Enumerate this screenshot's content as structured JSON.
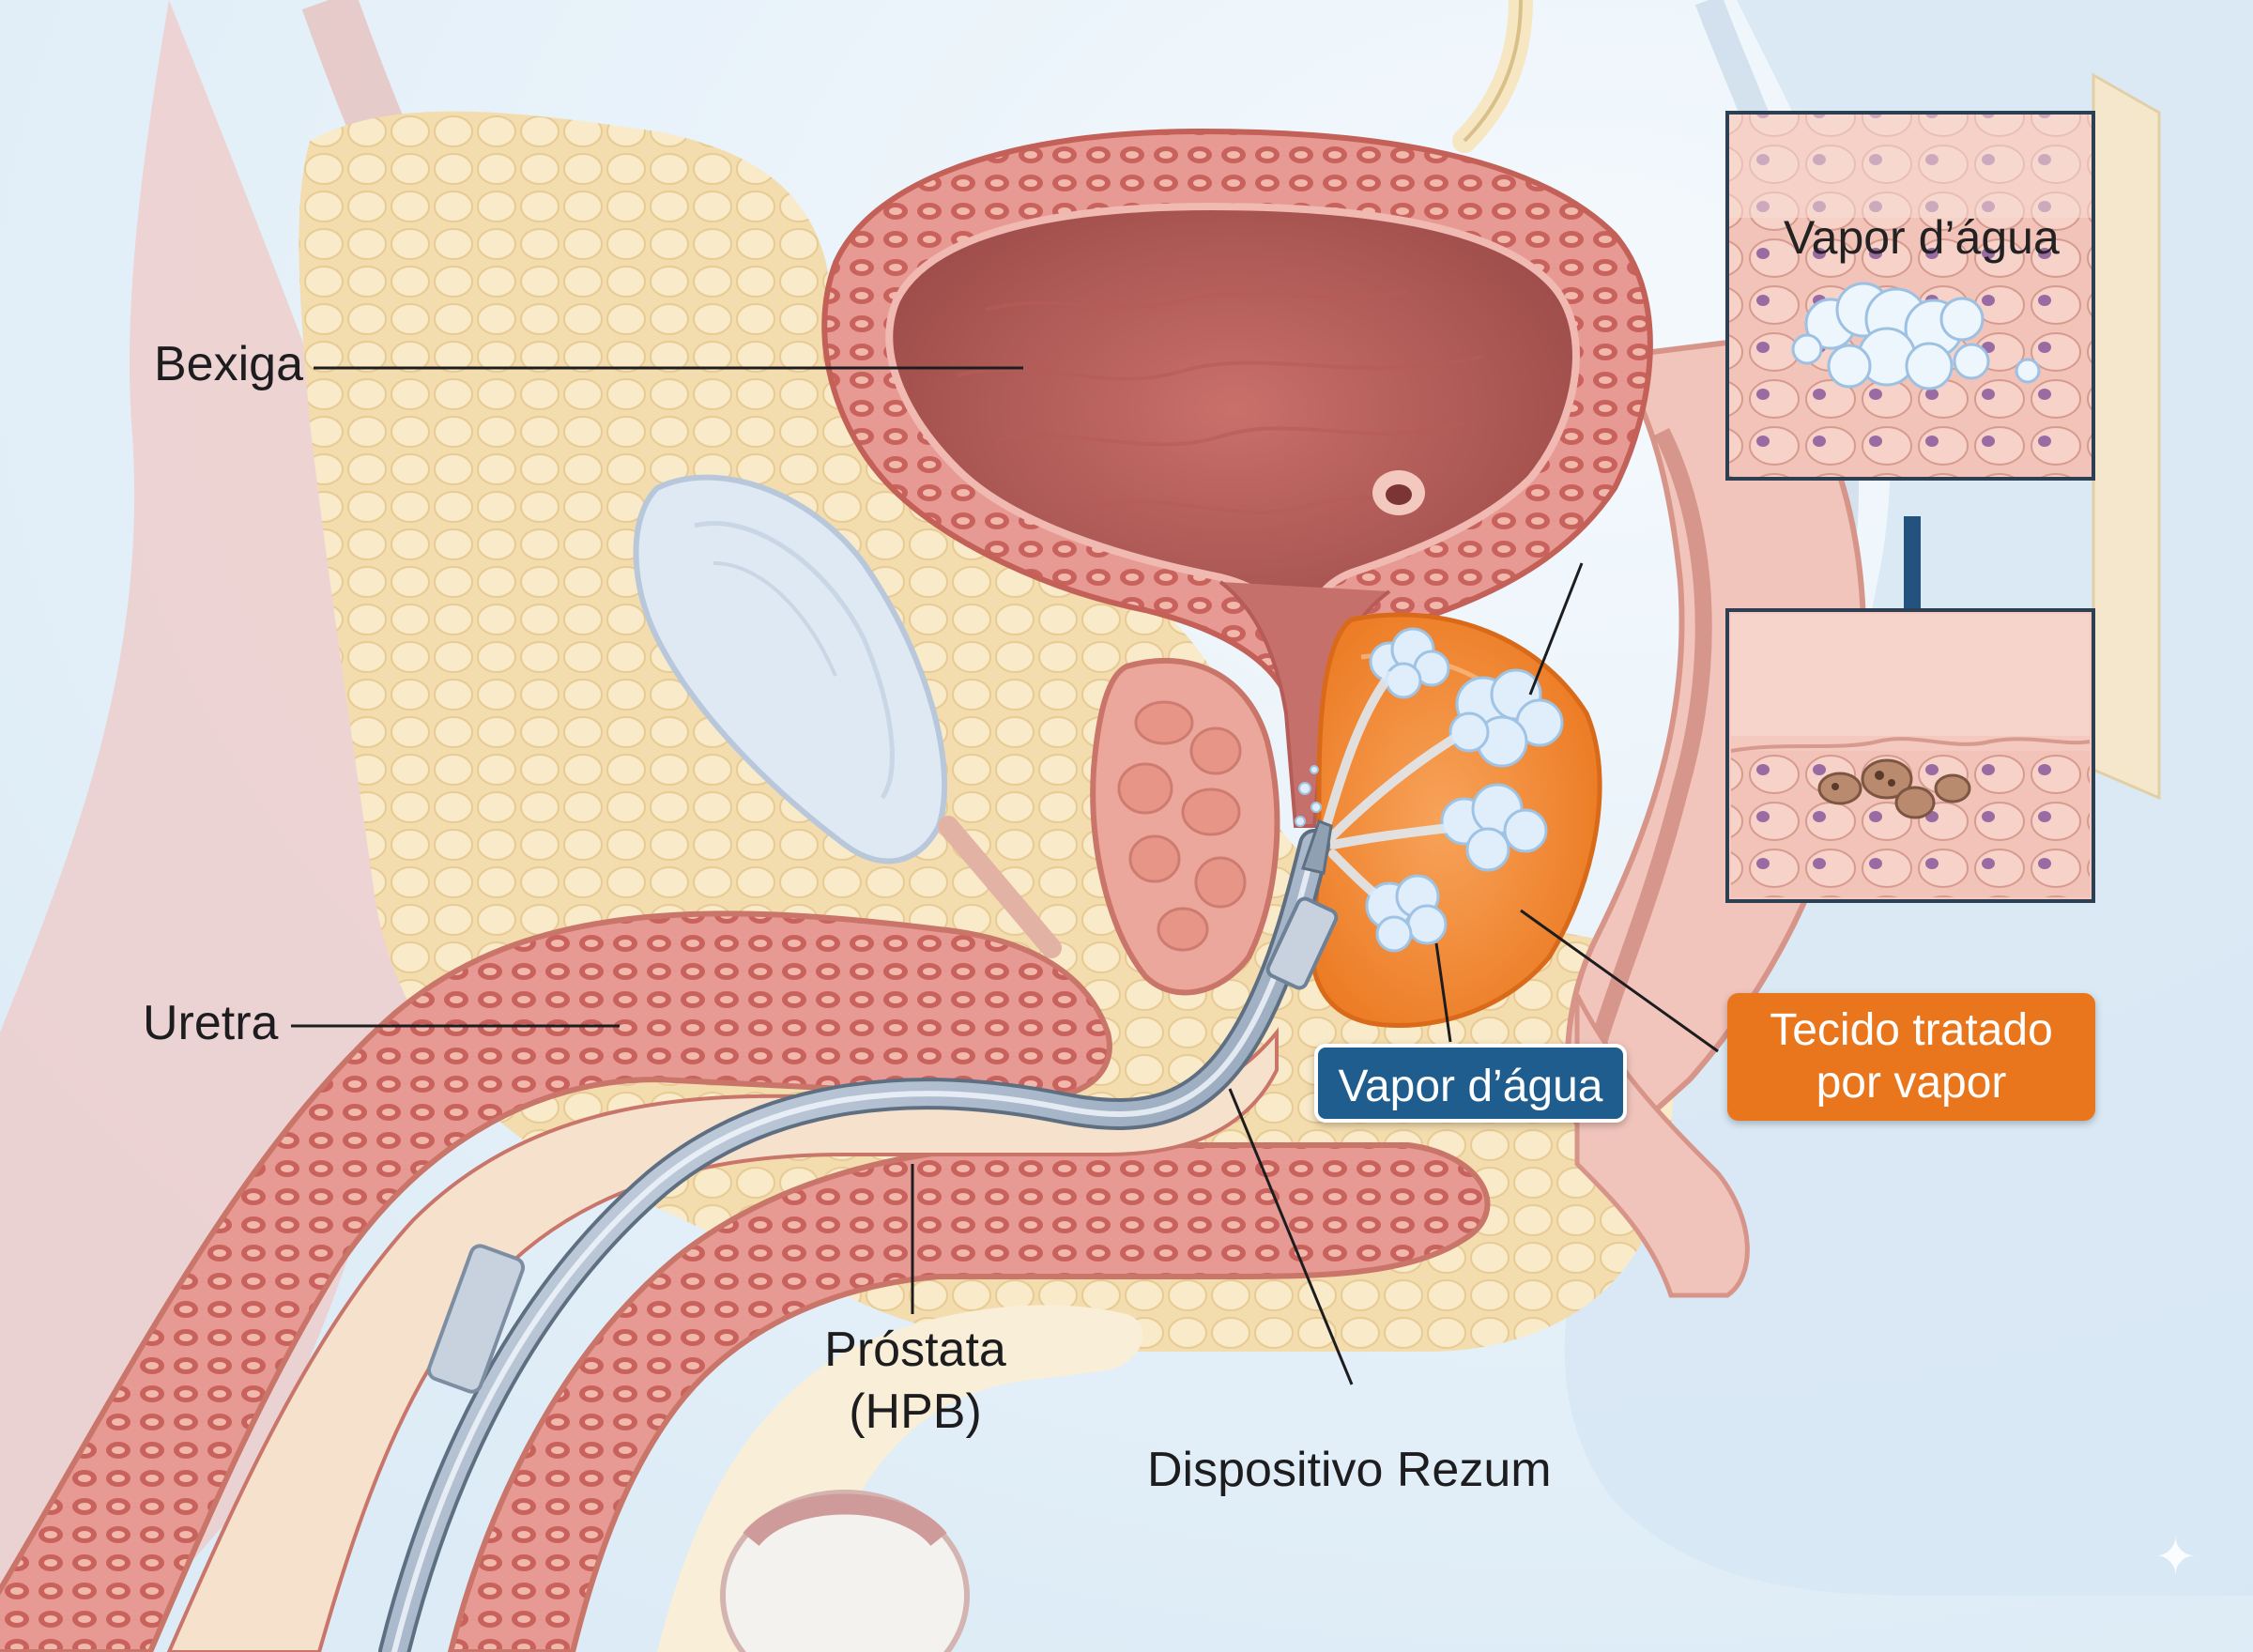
{
  "labels": {
    "bexiga": "Bexiga",
    "uretra": "Uretra",
    "prostata_line1": "Próstata",
    "prostata_line2": "(HPB)",
    "dispositivo": "Dispositivo Rezum",
    "vapor_badge": "Vapor d’água",
    "tecido_line1": "Tecido tratado",
    "tecido_line2": "por vapor",
    "inset_vapor": "Vapor d’água"
  },
  "icons": {
    "arrow": "arrow-down-icon",
    "watermark": "sparkle-icon"
  },
  "colors": {
    "vapor_badge": "#1f5d8f",
    "tecido_badge": "#e9761c",
    "treated_zone": "#f28c34",
    "bladder_wall": "#e38c8a",
    "fat_tissue": "#f6e3b8",
    "background": "#eaf3fa",
    "arrow": "#24527e"
  }
}
